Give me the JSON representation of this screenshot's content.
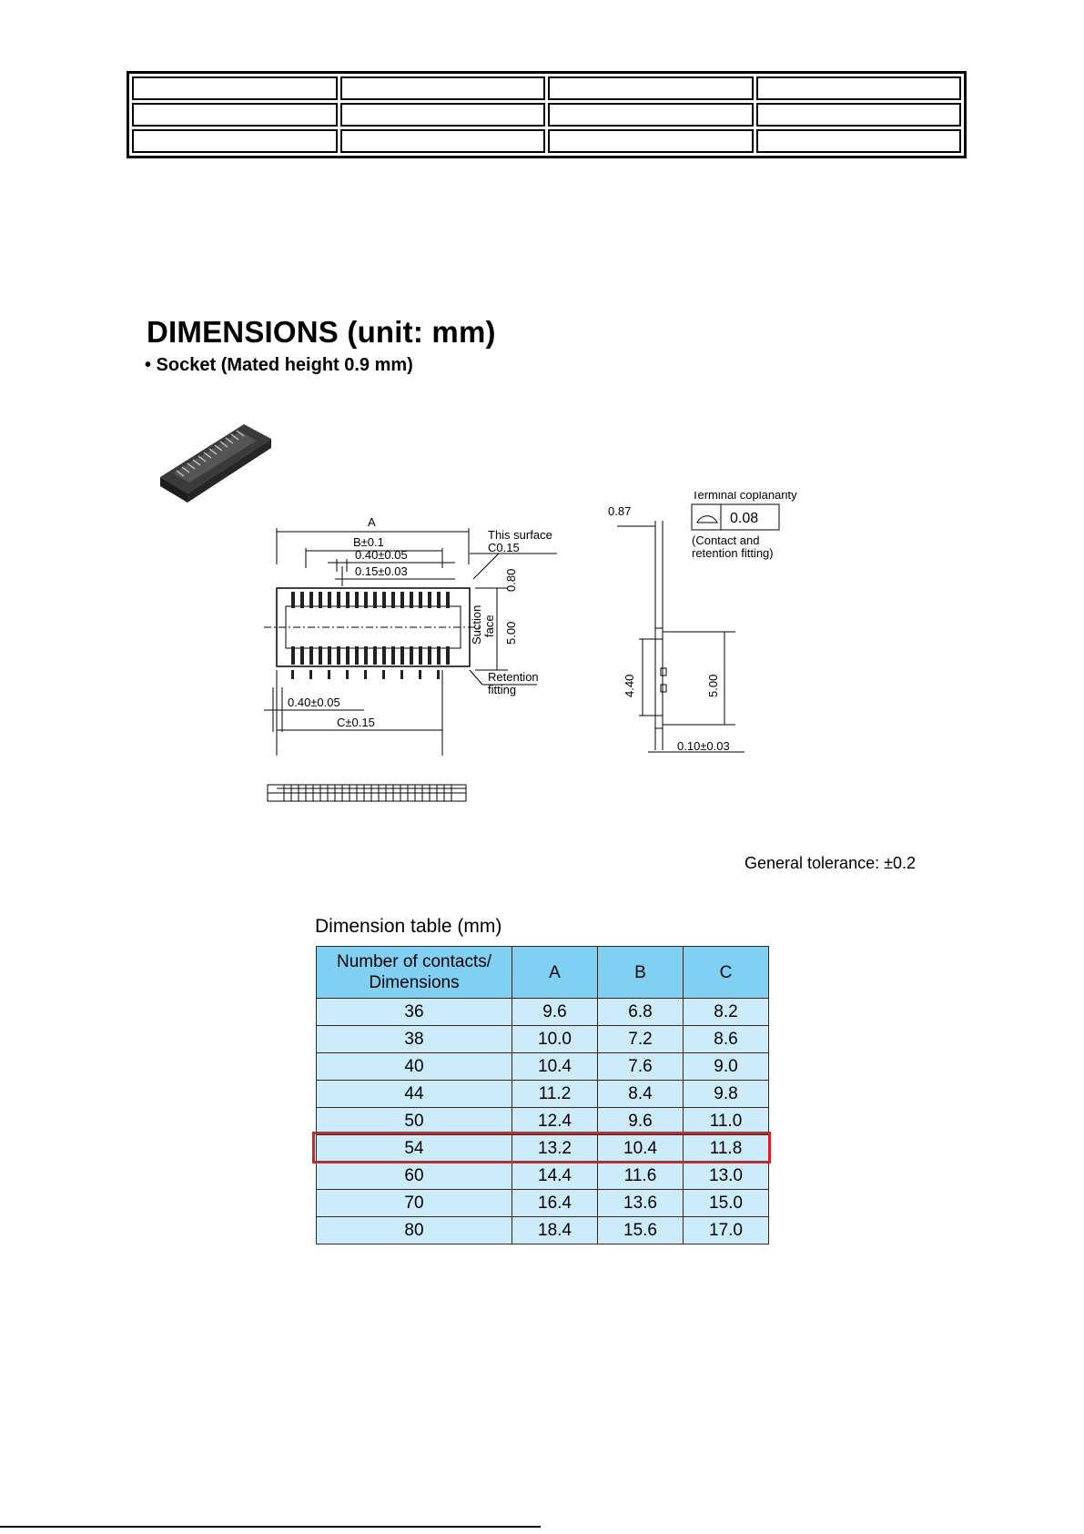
{
  "heading": {
    "title": "DIMENSIONS (unit: mm)",
    "subtitle": "• Socket (Mated height 0.9 mm)"
  },
  "drawing": {
    "label_a": "A",
    "label_b": "B±0.1",
    "label_pitch": "0.40±0.05",
    "label_width": "0.15±0.03",
    "label_surface": "This surface",
    "label_chamfer": "C0.15",
    "label_080": "0.80",
    "label_suction1": "Suction",
    "label_suction2": "face",
    "label_500": "5.00",
    "label_retention1": "Retention",
    "label_retention2": "fitting",
    "label_pitch2": "0.40±0.05",
    "label_c": "C±0.15"
  },
  "side_view": {
    "label_087": "0.87",
    "label_coplanarity": "Terminal coplanarity",
    "label_coplanarity_value": "0.08",
    "label_contact1": "(Contact and",
    "label_contact2": "retention fitting)",
    "label_440": "4.40",
    "label_500": "5.00",
    "label_010": "0.10±0.03"
  },
  "general_tolerance": "General tolerance: ±0.2",
  "dimension_table": {
    "caption": "Dimension table (mm)",
    "header_line1": "Number of contacts/",
    "header_line2": "Dimensions",
    "col_a": "A",
    "col_b": "B",
    "col_c": "C",
    "rows": [
      [
        "36",
        "9.6",
        "6.8",
        "8.2"
      ],
      [
        "38",
        "10.0",
        "7.2",
        "8.6"
      ],
      [
        "40",
        "10.4",
        "7.6",
        "9.0"
      ],
      [
        "44",
        "11.2",
        "8.4",
        "9.8"
      ],
      [
        "50",
        "12.4",
        "9.6",
        "11.0"
      ],
      [
        "54",
        "13.2",
        "10.4",
        "11.8"
      ],
      [
        "60",
        "14.4",
        "11.6",
        "13.0"
      ],
      [
        "70",
        "16.4",
        "13.6",
        "15.0"
      ],
      [
        "80",
        "18.4",
        "15.6",
        "17.0"
      ]
    ],
    "highlighted_row": "54",
    "highlight_color": "#e31d1d",
    "header_color": "#7fd0f2",
    "cell_color": "#ccecfb"
  }
}
